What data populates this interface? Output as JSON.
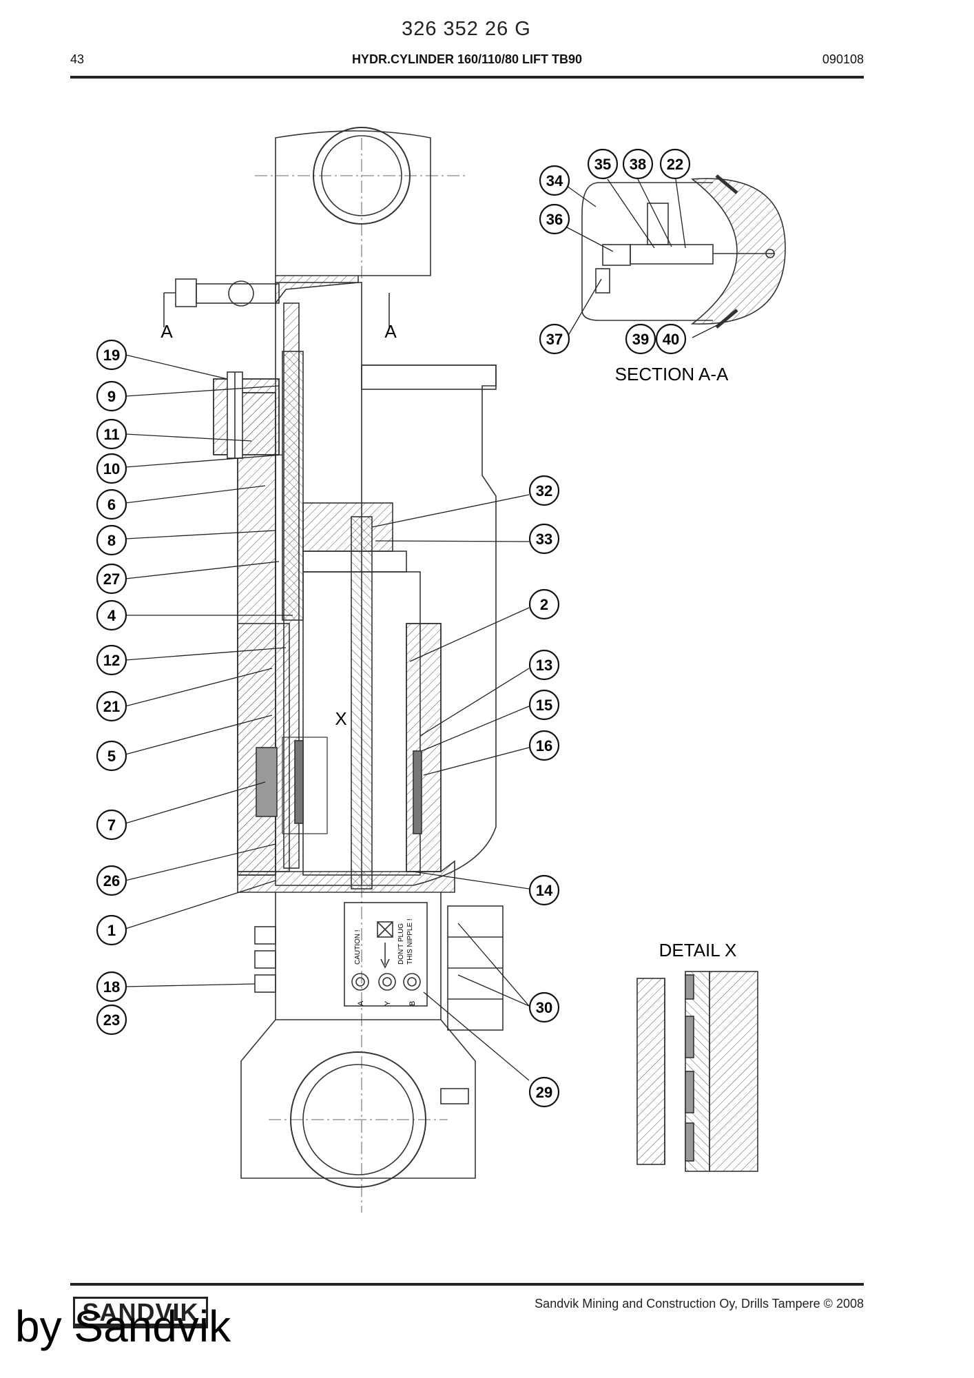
{
  "header": {
    "document_number": "326 352 26 G",
    "page_number": "43",
    "title": "HYDR.CYLINDER 160/110/80 LIFT TB90",
    "date": "090108"
  },
  "drawing": {
    "section_marker": "A",
    "detail_marker": "X",
    "section_title": "SECTION A-A",
    "detail_title": "DETAIL X",
    "caution_text": "CAUTION !",
    "dont_plug_line1": "DON'T PLUG",
    "dont_plug_line2": "THIS NIPPLE !",
    "port_a": "A",
    "port_y": "Y",
    "port_b": "B",
    "callouts": {
      "c1": "1",
      "c2": "2",
      "c4": "4",
      "c5": "5",
      "c6": "6",
      "c7": "7",
      "c8": "8",
      "c9": "9",
      "c10": "10",
      "c11": "11",
      "c12": "12",
      "c13": "13",
      "c14": "14",
      "c15": "15",
      "c16": "16",
      "c18": "18",
      "c19": "19",
      "c21": "21",
      "c22": "22",
      "c23": "23",
      "c26": "26",
      "c27": "27",
      "c29": "29",
      "c30": "30",
      "c32": "32",
      "c33": "33",
      "c34": "34",
      "c35": "35",
      "c36": "36",
      "c37": "37",
      "c38": "38",
      "c39": "39",
      "c40": "40"
    }
  },
  "footer": {
    "company": "Sandvik Mining and Construction Oy, Drills Tampere © 2008",
    "logo_text": "SANDVIK",
    "watermark": "by Sandvik"
  }
}
